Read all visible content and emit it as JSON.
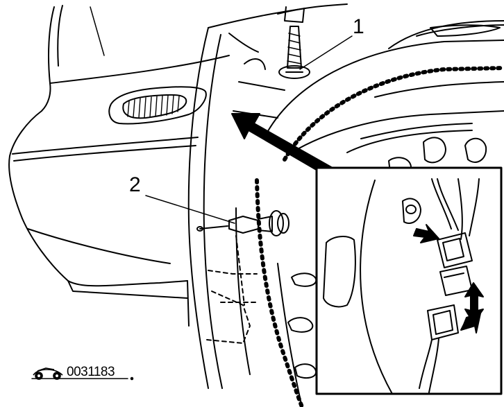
{
  "callouts": {
    "fastener_screw": "1",
    "fastener_clip": "2"
  },
  "reference_code": "0031183",
  "colors": {
    "line": "#000000",
    "background": "#ffffff"
  },
  "icons": {
    "reference_mark": "car-silhouette-icon"
  }
}
